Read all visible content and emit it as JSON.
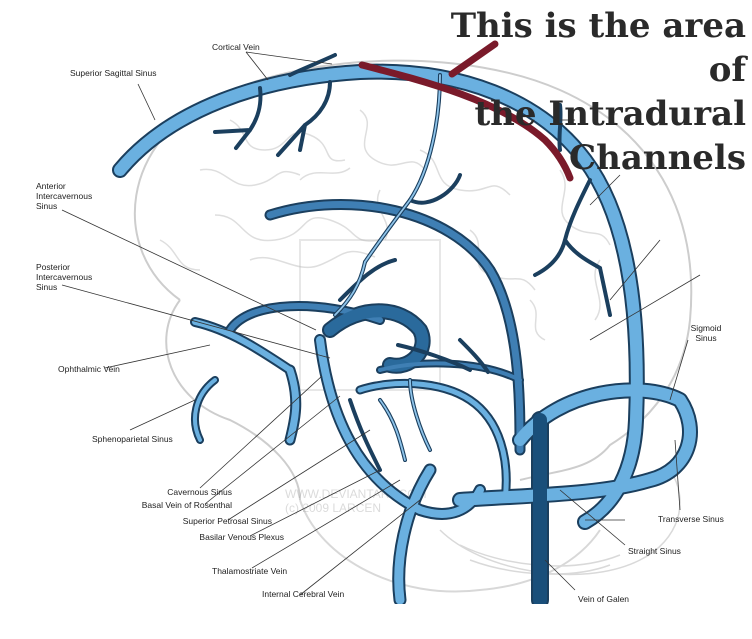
{
  "callout": {
    "line1": "This is the area of",
    "line2": "the Intradural",
    "line3": "Channels"
  },
  "watermark": {
    "line1": "WWW.DEVIANTART.COM",
    "line2": "(c) 2009 LARCEN"
  },
  "labels": {
    "cortical_vein": "Cortical Vein",
    "superior_sagittal_sinus": "Superior Sagittal Sinus",
    "anterior_intercavernous_sinus": [
      "Anterior",
      "Intercavernous",
      "Sinus"
    ],
    "posterior_intercavernous_sinus": [
      "Posterior",
      "Intercavernous",
      "Sinus"
    ],
    "ophthalmic_vein": "Ophthalmic Vein",
    "sphenoparietal_sinus": "Sphenoparietal Sinus",
    "cavernous_sinus": "Cavernous Sinus",
    "basal_vein_of_rosenthal": "Basal Vein of Rosenthal",
    "superior_petrosal_sinus": "Superior Petrosal Sinus",
    "basilar_venous_plexus": "Basilar Venous Plexus",
    "thalamostriate_vein": "Thalamostriate Vein",
    "internal_cerebral_vein": "Internal Cerebral Vein",
    "vein_of_galen": "Vein of Galen",
    "straight_sinus": "Straight Sinus",
    "transverse_sinus": "Transverse Sinus",
    "sigmoid_sinus": [
      "Sigmoid",
      "Sinus"
    ]
  },
  "colors": {
    "vein_light": "#6ab0e0",
    "vein_dark": "#2a6a9c",
    "vein_deep": "#1a4f7a",
    "vein_outline": "#1b3f5e",
    "brain_outline": "#c8c8c8",
    "annotation": "#7a1a2a",
    "callout_text": "#2a2a2a"
  }
}
